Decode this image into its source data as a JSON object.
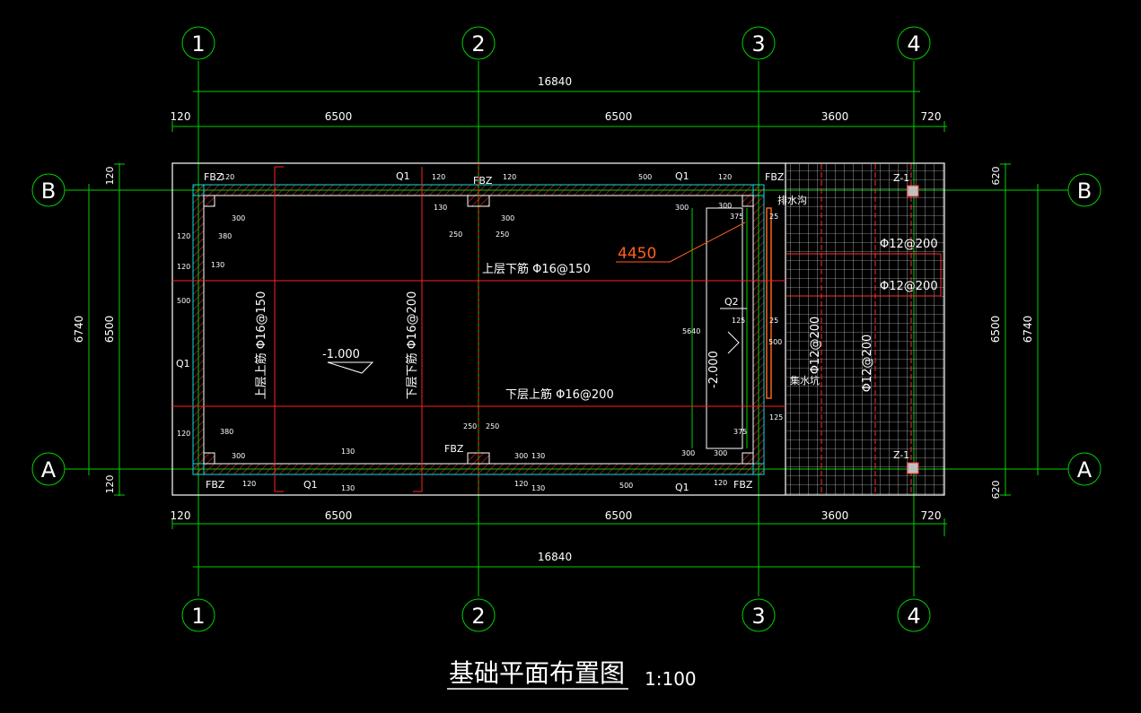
{
  "drawing": {
    "title": "基础平面布置图",
    "scale": "1:100",
    "colors": {
      "background": "#000000",
      "dimension": "#00d000",
      "outline": "#ffffff",
      "rebar": "#ff2020",
      "hatch": "#ff3030",
      "cyan": "#00e0e0",
      "leader": "#ff6020"
    }
  },
  "axes": {
    "vertical": [
      "1",
      "2",
      "3",
      "4"
    ],
    "horizontal": [
      "B",
      "A"
    ]
  },
  "dimensions": {
    "top_total": "16840",
    "top_spans": [
      "120",
      "6500",
      "6500",
      "3600",
      "720"
    ],
    "bottom_total": "16840",
    "bottom_spans": [
      "120",
      "6500",
      "6500",
      "3600",
      "720"
    ],
    "left_outer": "6740",
    "left_inner": "6500",
    "left_small_top": "120",
    "left_small_bottom": "120",
    "right_outer": "6740",
    "right_inner": "6500",
    "right_small_top": "620",
    "right_small_bottom": "620"
  },
  "labels": {
    "fbz": "FBZ",
    "q1": "Q1",
    "q2": "Q2",
    "z1": "Z-1",
    "elev_main": "-1.000",
    "elev_pit": "-2.000",
    "elev_leader": "4450",
    "top_rebar_low": "上层下筋  Φ16@150",
    "bottom_rebar_top": "下层上筋  Φ16@200",
    "left_rebar_v1": "上层上筋  Φ16@150",
    "left_rebar_v2": "下层下筋  Φ16@200",
    "right_rebar_h1": "Φ12@200",
    "right_rebar_h2": "Φ12@200",
    "right_rebar_v1": "Φ12@200",
    "right_rebar_v2": "Φ12@200",
    "drain1": "排水沟",
    "drain2": "集水坑",
    "small": {
      "d120": "120",
      "d130": "130",
      "d300": "300",
      "d380": "380",
      "d250": "250",
      "d500": "500",
      "d375": "375",
      "d25": "25",
      "d125": "125",
      "d5640": "5640"
    }
  }
}
